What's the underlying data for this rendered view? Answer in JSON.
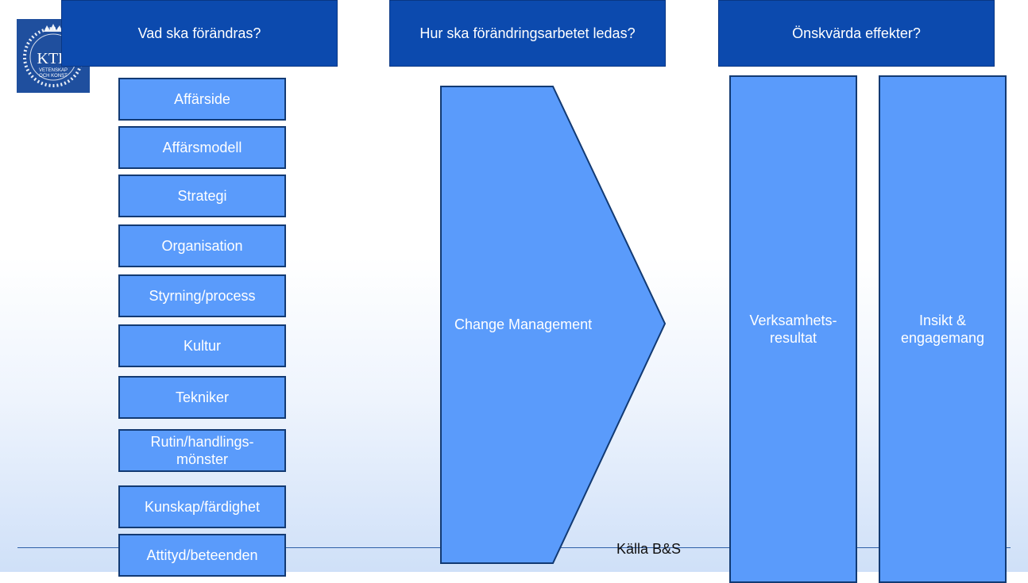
{
  "logo": {
    "text": "KTH",
    "subtext_1": "VETENSKAP",
    "subtext_2": "OCH KONST"
  },
  "headers": {
    "what": "Vad ska förändras?",
    "how": "Hur ska förändringsarbetet ledas?",
    "effects": "Önskvärda effekter?"
  },
  "items": [
    "Affärside",
    "Affärsmodell",
    "Strategi",
    "Organisation",
    "Styrning/process",
    "Kultur",
    "Tekniker",
    "Rutin/handlings-\nmönster",
    "Kunskap/färdighet",
    "Attityd/beteenden"
  ],
  "change_management": "Change Management",
  "effects": [
    "Verksamhets-\nresultat",
    "Insikt &\nengagemang"
  ],
  "source": "Källa B&S",
  "colors": {
    "header_bg": "#0c4aae",
    "box_fill": "#5a9bfb",
    "box_border": "#123a73",
    "logo_bg": "#1f4f9e"
  }
}
